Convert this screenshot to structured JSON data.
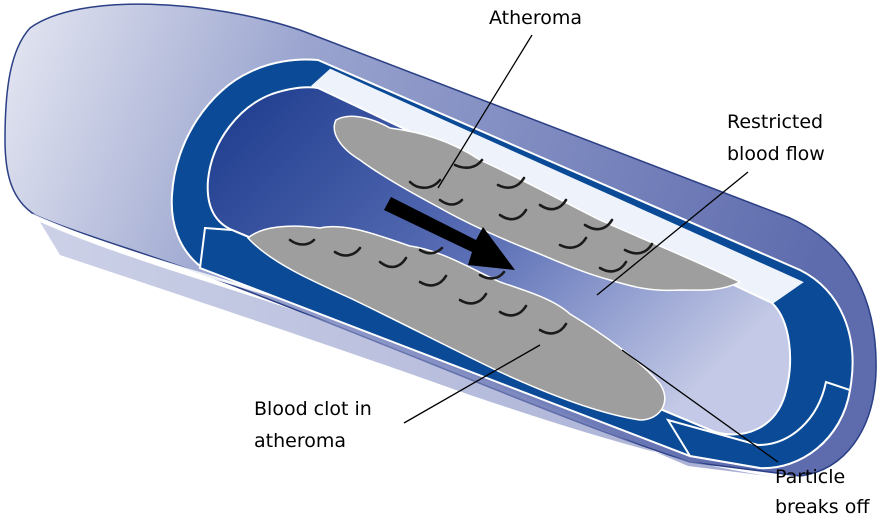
{
  "labels": {
    "atheroma": "Atheroma",
    "restricted_line1": "Restricted",
    "restricted_line2": "blood flow",
    "clot_line1": "Blood clot in",
    "clot_line2": "atheroma",
    "particle_line1": "Particle",
    "particle_line2": "breaks off"
  },
  "colors": {
    "vessel_wall": "#0a4a96",
    "vessel_outer_light": "#e6e8f2",
    "vessel_outer_dark": "#6c78b4",
    "lumen_dark": "#1b3a8c",
    "lumen_light": "#b7bedf",
    "plaque": "#9e9e9e",
    "flow_arrow": "#000000"
  }
}
